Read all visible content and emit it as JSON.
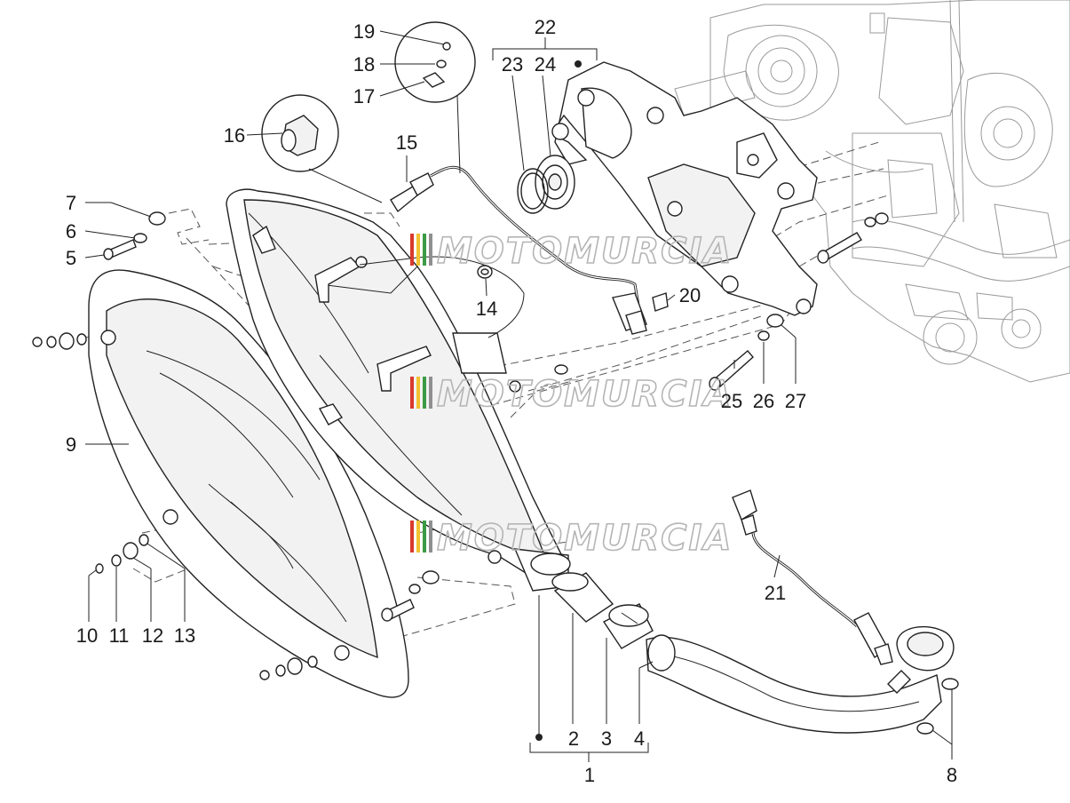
{
  "watermark": {
    "text": "MOTOMURCIA",
    "flag_colors": [
      "#d93a2b",
      "#f2c230",
      "#3a9b44",
      "#8f8f8f"
    ]
  },
  "callouts": {
    "c1": "1",
    "c2": "2",
    "c3": "3",
    "c4": "4",
    "c5": "5",
    "c6": "6",
    "c7": "7",
    "c8": "8",
    "c9": "9",
    "c10": "10",
    "c11": "11",
    "c12": "12",
    "c13": "13",
    "c14": "14",
    "c15": "15",
    "c16": "16",
    "c17": "17",
    "c18": "18",
    "c19": "19",
    "c20": "20",
    "c21": "21",
    "c22": "22",
    "c23": "23",
    "c24": "24",
    "c25": "25",
    "c26": "26",
    "c27": "27"
  }
}
